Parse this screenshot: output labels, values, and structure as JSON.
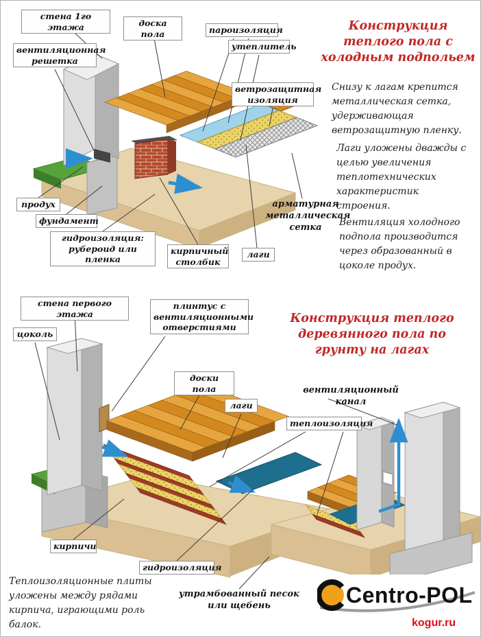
{
  "diagram1": {
    "title": "Конструкция теплого пола с холодным подпольем",
    "labels": {
      "wall": "стена 1го этажа",
      "board": "доска пола",
      "vapor": "пароизоляция",
      "insulation": "утеплитель",
      "grille": "вентиляционная решетка",
      "wind": "ветрозащитная изоляция",
      "vent": "продух",
      "foundation": "фундамент",
      "waterproofing": "гидроизоляция: рубероид или пленка",
      "brick_post": "кирпичный столбик",
      "joists": "лаги",
      "mesh": "арматурная металлическая сетка"
    },
    "notes": [
      "Снизу к лагам крепится металлическая сетка, удерживающая ветрозащитную пленку.",
      "Лаги уложены дважды с целью увеличения теплотехнических характеристик строения.",
      "Вентиляция холодного подпола производится через образованный в цоколе продух."
    ]
  },
  "diagram2": {
    "title": "Конструкция теплого деревянного пола по грунту на лагах",
    "labels": {
      "wall": "стена первого этажа",
      "plinth": "плинтус с вентиляционными отверстиями",
      "socle": "цоколь",
      "boards": "доски пола",
      "joists": "лаги",
      "vent_channel": "вентиляционный канал",
      "insulation": "теплоизоляция",
      "bricks": "кирпичи",
      "waterproofing": "гидроизоляция",
      "sand": "утрамбованный песок или щебень"
    },
    "note": "Теплоизоляционные плиты уложены между рядами кирпича, играющими роль балок."
  },
  "footer": {
    "logo": "Centro-POL",
    "site": "kogur.ru"
  },
  "colors": {
    "accent_red": "#c22626",
    "site_red": "#e30b13",
    "wood_orange": "#d4891f",
    "insulation_yellow": "#e8d06a",
    "film_blue": "#9ed3ea",
    "membrane_teal": "#1e6e8e",
    "arrow_blue": "#2e8fd0",
    "grass_green": "#57a33b",
    "ground_tan": "#e7d3ac",
    "brick_red": "#b5492f"
  }
}
